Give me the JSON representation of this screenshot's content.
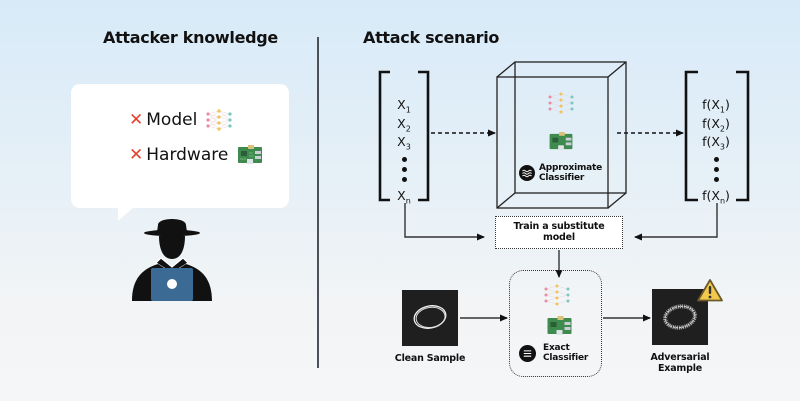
{
  "left_panel": {
    "title": "Attacker knowledge",
    "bubble": {
      "items": [
        {
          "status_icon": "cross-mark-icon",
          "label": "Model",
          "icon": "neural-network-icon"
        },
        {
          "status_icon": "cross-mark-icon",
          "label": "Hardware",
          "icon": "circuit-board-icon"
        }
      ]
    },
    "figure_icon": "hacker-with-laptop-icon"
  },
  "right_panel": {
    "title": "Attack scenario",
    "input_vector": {
      "items": [
        {
          "base": "X",
          "sub": "1"
        },
        {
          "base": "X",
          "sub": "2"
        },
        {
          "base": "X",
          "sub": "3"
        },
        {
          "base": "X",
          "sub": "n"
        }
      ]
    },
    "output_vector": {
      "items": [
        {
          "pre": "f(X",
          "sub": "1",
          "post": ")"
        },
        {
          "pre": "f(X",
          "sub": "2",
          "post": ")"
        },
        {
          "pre": "f(X",
          "sub": "3",
          "post": ")"
        },
        {
          "pre": "f(X",
          "sub": "n",
          "post": ")"
        }
      ]
    },
    "approx_classifier": {
      "line1": "Approximate",
      "line2": "Classifier",
      "icon": "wavy-lines-icon"
    },
    "train_box": {
      "line1": "Train a substitute",
      "line2": "model"
    },
    "exact_classifier": {
      "line1": "Exact",
      "line2": "Classifier",
      "icon": "menu-lines-icon"
    },
    "clean_sample": {
      "caption": "Clean Sample"
    },
    "adversarial": {
      "line1": "Adversarial",
      "line2": "Example",
      "badge_icon": "warning-icon"
    }
  },
  "colors": {
    "cross": "#e2442e",
    "laptop": "#3b6b94",
    "warning": "#f3c94b",
    "board": "#3f8a4e"
  }
}
